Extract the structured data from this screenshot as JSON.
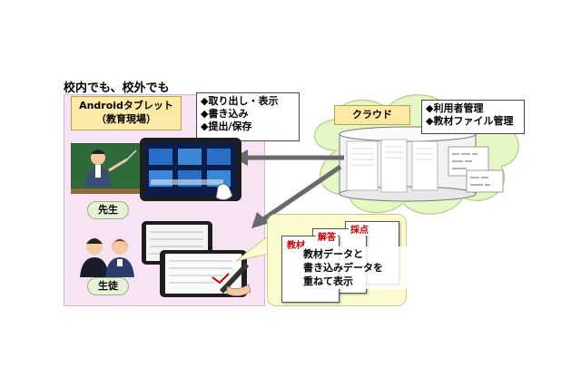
{
  "heading": "校内でも、校外でも",
  "tablet_box": {
    "title_line1": "Androidタブレット",
    "title_line2": "（教育現場）",
    "features": [
      "◆取り出し・表示",
      "◆書き込み",
      "◆提出/保存"
    ]
  },
  "cloud_box": {
    "title": "クラウド",
    "features": [
      "◆利用者管理",
      "◆教材ファイル管理"
    ]
  },
  "roles": {
    "teacher": "先生",
    "student": "生徒"
  },
  "documents": {
    "tags": [
      "教材",
      "解答",
      "採点"
    ],
    "caption_lines": [
      "教材データと",
      "書き込みデータを",
      "重ねて表示"
    ]
  },
  "colors": {
    "panel_bg": "#f6e3f3",
    "cloud_fill": "#e6f7c6",
    "label_fill": "#fde9a6",
    "caption_fill": "#fbfbcf",
    "arrow": "#6a6a6a",
    "tag_red": "#d00000"
  }
}
